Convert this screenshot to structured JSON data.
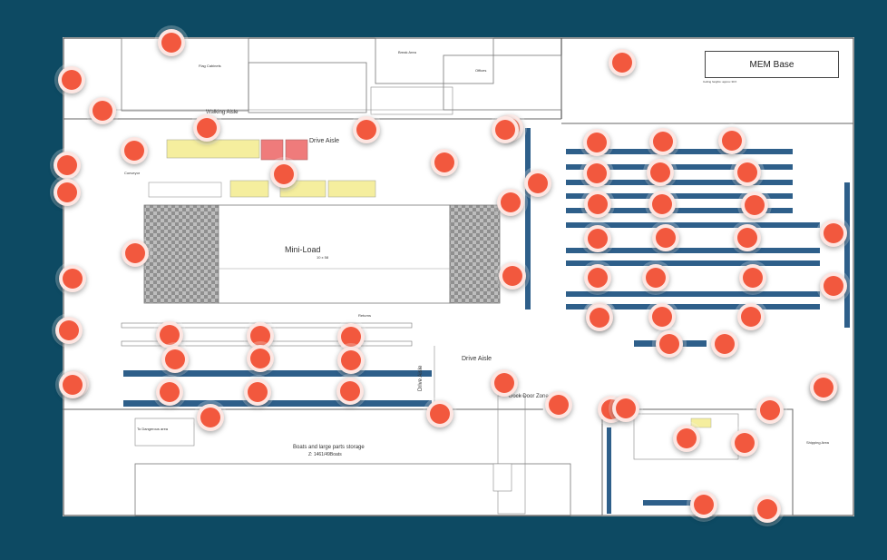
{
  "floorplan": {
    "labels": {
      "mem_base": "MEM Base",
      "mini_load": "Mini-Load",
      "drive_aisle_top": "Drive Aisle",
      "drive_aisle_mid": "Drive Aisle",
      "drive_aisle_vertical": "Drive Aisle",
      "walking_aisle": "Walking Aisle",
      "dock_door_zone": "Dock Door Zone",
      "boats_storage": "Boats and large parts storage",
      "boats_storage_sub": "Z: 1461/49Boats",
      "offices": "Offices",
      "break_area": "Break Area",
      "flag_cabinets": "Flag Cabinets",
      "mini_load_sub": "10 x 58",
      "ceiling_note": "Ceiling heights: approx 30 ft",
      "conveyor": "Conveyor",
      "returns": "Returns",
      "to_dangerous": "To Dangerous area",
      "shipping_area": "Shipping Area"
    }
  },
  "colors": {
    "marker": "#f2583e",
    "background": "#0d4a63",
    "rack": "#2e5f8a",
    "zone_yellow": "#f5ee9e",
    "zone_red": "#ef7b7b"
  },
  "markers": [
    {
      "name": "marker-1"
    },
    {
      "name": "marker-2"
    },
    {
      "name": "marker-3"
    },
    {
      "name": "marker-4"
    },
    {
      "name": "marker-5"
    },
    {
      "name": "marker-6"
    },
    {
      "name": "marker-7"
    },
    {
      "name": "marker-8"
    },
    {
      "name": "marker-9"
    },
    {
      "name": "marker-10"
    },
    {
      "name": "marker-11"
    },
    {
      "name": "marker-12"
    },
    {
      "name": "marker-13"
    },
    {
      "name": "marker-14"
    },
    {
      "name": "marker-15"
    },
    {
      "name": "marker-16"
    },
    {
      "name": "marker-17"
    },
    {
      "name": "marker-18"
    },
    {
      "name": "marker-19"
    },
    {
      "name": "marker-20"
    },
    {
      "name": "marker-21"
    },
    {
      "name": "marker-22"
    },
    {
      "name": "marker-23"
    },
    {
      "name": "marker-24"
    },
    {
      "name": "marker-25"
    },
    {
      "name": "marker-26"
    },
    {
      "name": "marker-27"
    },
    {
      "name": "marker-28"
    },
    {
      "name": "marker-29"
    },
    {
      "name": "marker-30"
    },
    {
      "name": "marker-31"
    },
    {
      "name": "marker-32"
    },
    {
      "name": "marker-33"
    },
    {
      "name": "marker-34"
    },
    {
      "name": "marker-35"
    },
    {
      "name": "marker-36"
    },
    {
      "name": "marker-37"
    },
    {
      "name": "marker-38"
    },
    {
      "name": "marker-39"
    },
    {
      "name": "marker-40"
    },
    {
      "name": "marker-41"
    },
    {
      "name": "marker-42"
    },
    {
      "name": "marker-43"
    },
    {
      "name": "marker-44"
    },
    {
      "name": "marker-45"
    },
    {
      "name": "marker-46"
    },
    {
      "name": "marker-47"
    },
    {
      "name": "marker-48"
    },
    {
      "name": "marker-49"
    },
    {
      "name": "marker-50"
    },
    {
      "name": "marker-51"
    },
    {
      "name": "marker-52"
    },
    {
      "name": "marker-53"
    },
    {
      "name": "marker-54"
    },
    {
      "name": "marker-55"
    },
    {
      "name": "marker-56"
    },
    {
      "name": "marker-57"
    },
    {
      "name": "marker-58"
    },
    {
      "name": "marker-59"
    },
    {
      "name": "marker-60"
    },
    {
      "name": "marker-61"
    },
    {
      "name": "marker-62"
    },
    {
      "name": "marker-63"
    },
    {
      "name": "marker-64"
    },
    {
      "name": "marker-65"
    },
    {
      "name": "marker-66"
    }
  ]
}
